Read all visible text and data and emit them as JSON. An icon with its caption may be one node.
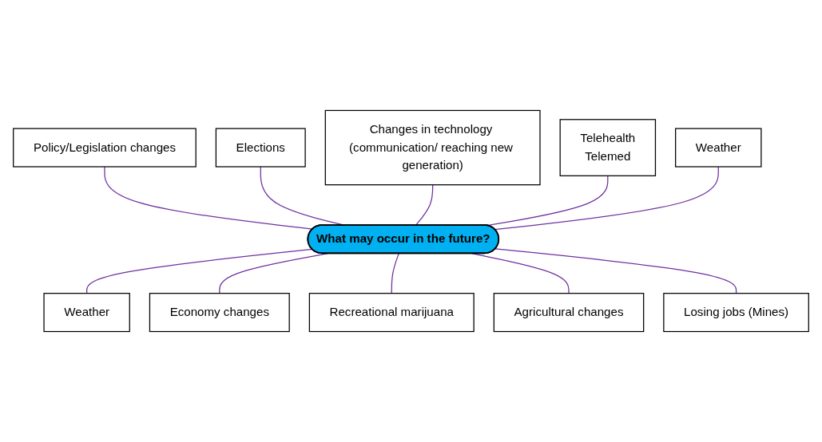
{
  "diagram": {
    "nodes": [
      {
        "text": [
          "Policy/Legislation changes"
        ]
      },
      {
        "text": [
          "Elections"
        ]
      },
      {
        "text": [
          "Changes in technology (communication/ reaching new generation)"
        ]
      },
      {
        "text": [
          "Telehealth",
          "Telemed"
        ]
      },
      {
        "text": [
          "Weather"
        ]
      },
      {
        "text": [
          "What may occur in the future?"
        ]
      },
      {
        "text": [
          "Weather"
        ]
      },
      {
        "text": [
          "Economy changes"
        ]
      },
      {
        "text": [
          "Recreational marijuana"
        ]
      },
      {
        "text": [
          "Agricultural changes"
        ]
      },
      {
        "text": [
          "Losing jobs (Mines)"
        ]
      }
    ],
    "edges": [
      {
        "from": 0,
        "to": 5,
        "arrow": "none"
      },
      {
        "from": 1,
        "to": 5,
        "arrow": "none"
      },
      {
        "from": 2,
        "to": 5,
        "arrow": "none"
      },
      {
        "from": 3,
        "to": 5,
        "arrow": "none"
      },
      {
        "from": 4,
        "to": 5,
        "arrow": "none"
      },
      {
        "from": 5,
        "to": 6,
        "arrow": "none"
      },
      {
        "from": 5,
        "to": 7,
        "arrow": "none"
      },
      {
        "from": 5,
        "to": 8,
        "arrow": "none"
      },
      {
        "from": 5,
        "to": 9,
        "arrow": "none"
      },
      {
        "from": 5,
        "to": 10,
        "arrow": "none"
      }
    ]
  }
}
